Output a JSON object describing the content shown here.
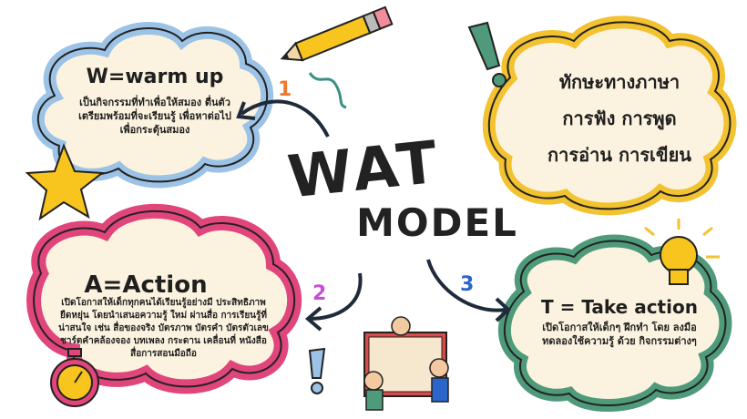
{
  "title": {
    "line1": "WAT",
    "line2": "MODEL"
  },
  "warm_up": {
    "heading": "W=warm up",
    "body": "เป็นกิจกรรมที่ทำเพื่อให้สมอง ตื่นตัว เตรียมพร้อมที่จะเรียนรู้ เพื่อหาต่อไปเพื่อกระตุ้นสมอง",
    "number": "1"
  },
  "skills": {
    "line1": "ทักษะทางภาษา",
    "line2": "การฟัง การพูด",
    "line3": "การอ่าน การเขียน"
  },
  "action": {
    "heading": "A=Action",
    "body": "เปิดโอกาสให้เด็กทุกคนได้เรียนรู้อย่างมี ประสิทธิภาพ ยืดหยุ่น โดยนำเสนอความรู้ ใหม่ ผ่านสื่อ การเรียนรู้ที่น่าสนใจ เช่น สื่อของจริง บัตรภาพ บัตรคำ บัตรตัวเลข ชาร์ตคำคล้องจอง บทเพลง กระดาน เคลื่อนที่ หนังสือ สื่อการสอนมือถือ",
    "number": "2"
  },
  "take_action": {
    "heading": "T = Take action",
    "body": "เปิดโอกาสให้เด็กๆ ฝึกทำ โดย ลงมือทดลองใช้ความรู้ ด้วย กิจกรรมต่างๆ",
    "number": "3"
  },
  "colors": {
    "warm_cloud_border": "#9cc3e6",
    "skills_cloud_border": "#f2c230",
    "action_cloud_border": "#e0457b",
    "take_cloud_border": "#4e9a7a",
    "cloud_fill": "#fbf3df",
    "num1": "#f07a2e",
    "num2": "#c64fd6",
    "num3": "#2a66c9",
    "arrow": "#1f2a3a"
  }
}
